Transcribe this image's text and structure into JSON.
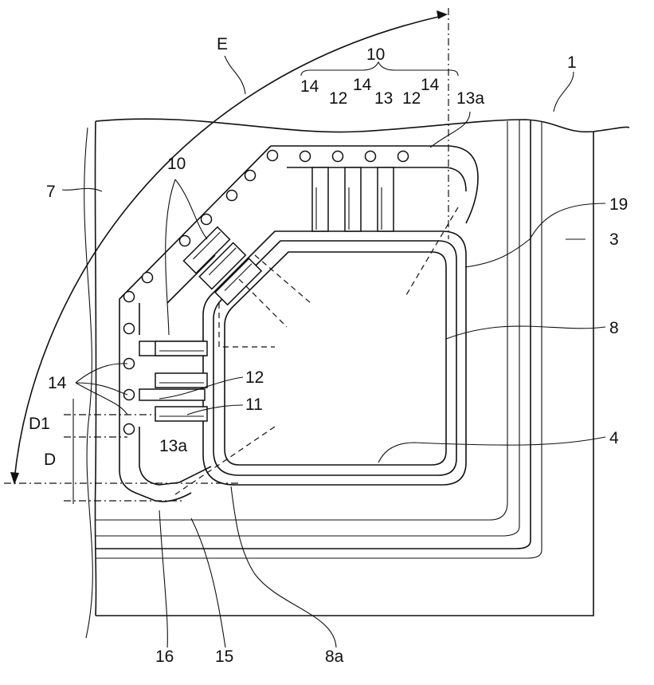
{
  "figure": {
    "type": "patent-drawing",
    "labels": {
      "E": "E",
      "ten_top": "10",
      "fourteen_a": "14",
      "fourteen_b": "14",
      "fourteen_c": "14",
      "twelve_a": "12",
      "thirteen": "13",
      "twelve_b": "12",
      "thirteen_a_top": "13a",
      "one": "1",
      "nineteen": "19",
      "three": "3",
      "seven": "7",
      "ten_left": "10",
      "eight": "8",
      "fourteen_left": "14",
      "twelve_left": "12",
      "eleven": "11",
      "d1": "D1",
      "d": "D",
      "thirteen_a_left": "13a",
      "four": "4",
      "sixteen": "16",
      "fifteen": "15",
      "eight_a": "8a"
    }
  }
}
